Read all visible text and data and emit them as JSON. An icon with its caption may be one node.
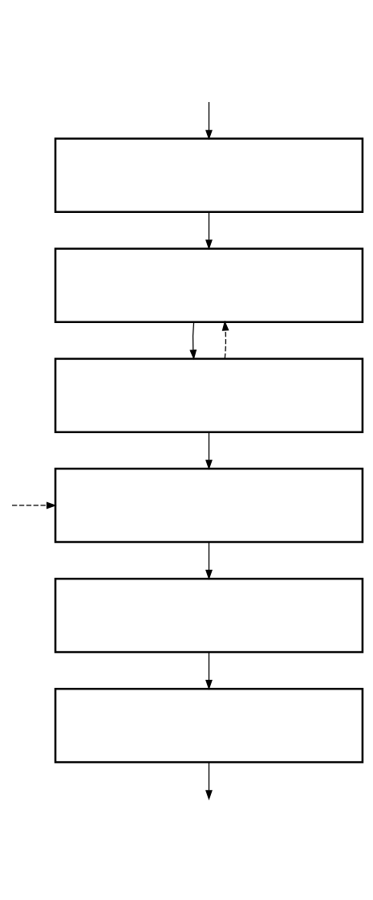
{
  "diagram": {
    "nodes": [
      {
        "text": [],
        "shape": "box"
      },
      {
        "text": [],
        "shape": "box"
      },
      {
        "text": [],
        "shape": "box"
      },
      {
        "text": [],
        "shape": "box"
      },
      {
        "text": [],
        "shape": "box"
      },
      {
        "text": [],
        "shape": "box"
      }
    ],
    "edges": [
      {
        "from": null,
        "to": 0,
        "arrow": "to"
      },
      {
        "from": 0,
        "to": 1,
        "arrow": "to"
      },
      {
        "from": 1,
        "to": 2,
        "arrow": "to"
      },
      {
        "from": 2,
        "to": 1,
        "arrow": "to",
        "style": "dashed"
      },
      {
        "from": 2,
        "to": 3,
        "arrow": "to"
      },
      {
        "from": null,
        "to": 3,
        "arrow": "to",
        "style": "dashed"
      },
      {
        "from": 3,
        "to": 4,
        "arrow": "to"
      },
      {
        "from": 4,
        "to": 5,
        "arrow": "to"
      },
      {
        "from": 5,
        "to": null,
        "arrow": "to"
      }
    ]
  }
}
